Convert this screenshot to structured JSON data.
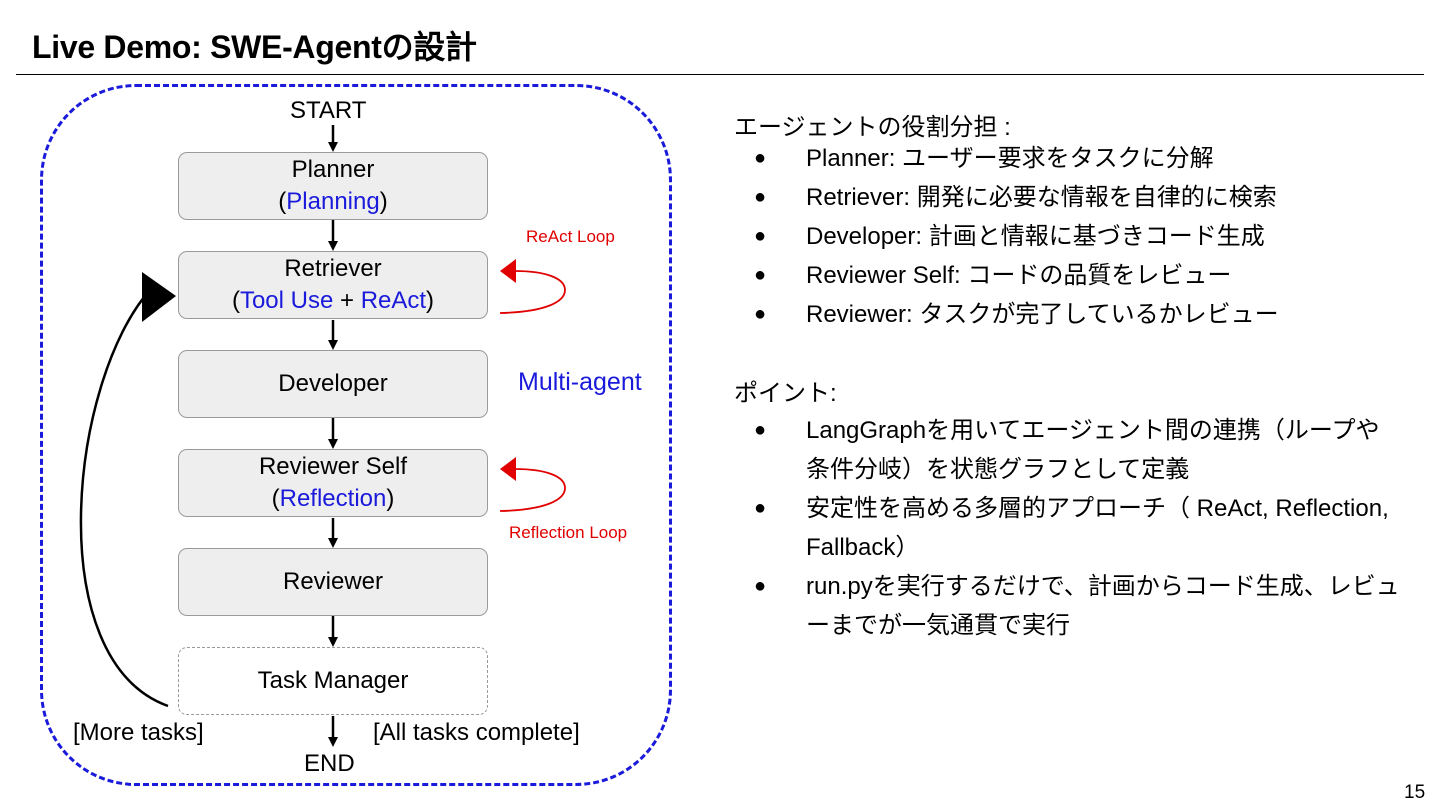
{
  "slide": {
    "title": "Live Demo: SWE-Agentの設計",
    "page_number": "15"
  },
  "diagram": {
    "start_label": "START",
    "end_label": "END",
    "planner": {
      "name": "Planner",
      "sub": "Planning"
    },
    "retriever": {
      "name": "Retriever",
      "sub_a": "Tool Use",
      "sub_joiner": " + ",
      "sub_b": "ReAct"
    },
    "developer": {
      "name": "Developer"
    },
    "reviewer_self": {
      "name": "Reviewer Self",
      "sub": "Reflection"
    },
    "reviewer": {
      "name": "Reviewer"
    },
    "task_manager": {
      "name": "Task Manager"
    },
    "react_loop_label": "ReAct Loop",
    "reflection_loop_label": "Reflection Loop",
    "multi_agent_label": "Multi-agent",
    "more_tasks_label": "[More tasks]",
    "all_complete_label": "[All tasks complete]",
    "colors": {
      "accent_blue": "#1a1adb",
      "loop_red": "#e00000",
      "node_fill": "#eeeeee"
    }
  },
  "roles": {
    "heading": "エージェントの役割分担 :",
    "items": [
      {
        "role": "Planner:",
        "desc": " ユーザー要求をタスクに分解"
      },
      {
        "role": "Retriever:",
        "desc": " 開発に必要な情報を自律的に検索"
      },
      {
        "role": "Developer:",
        "desc": " 計画と情報に基づきコード生成"
      },
      {
        "role": "Reviewer Self:",
        "desc": " コードの品質をレビュー"
      },
      {
        "role": "Reviewer:",
        "desc": " タスクが完了しているかレビュー"
      }
    ]
  },
  "points": {
    "heading": "ポイント:",
    "items": [
      {
        "text": "LangGraphを用いてエージェント間の連携（ループや条件分岐）を状態グラフとして定義"
      },
      {
        "text": "安定性を高める多層的アプローチ（ ReAct, Reflection, Fallback）"
      },
      {
        "text": "run.pyを実行するだけで、計画からコード生成、レビューまでが一気通貫で実行"
      }
    ]
  }
}
